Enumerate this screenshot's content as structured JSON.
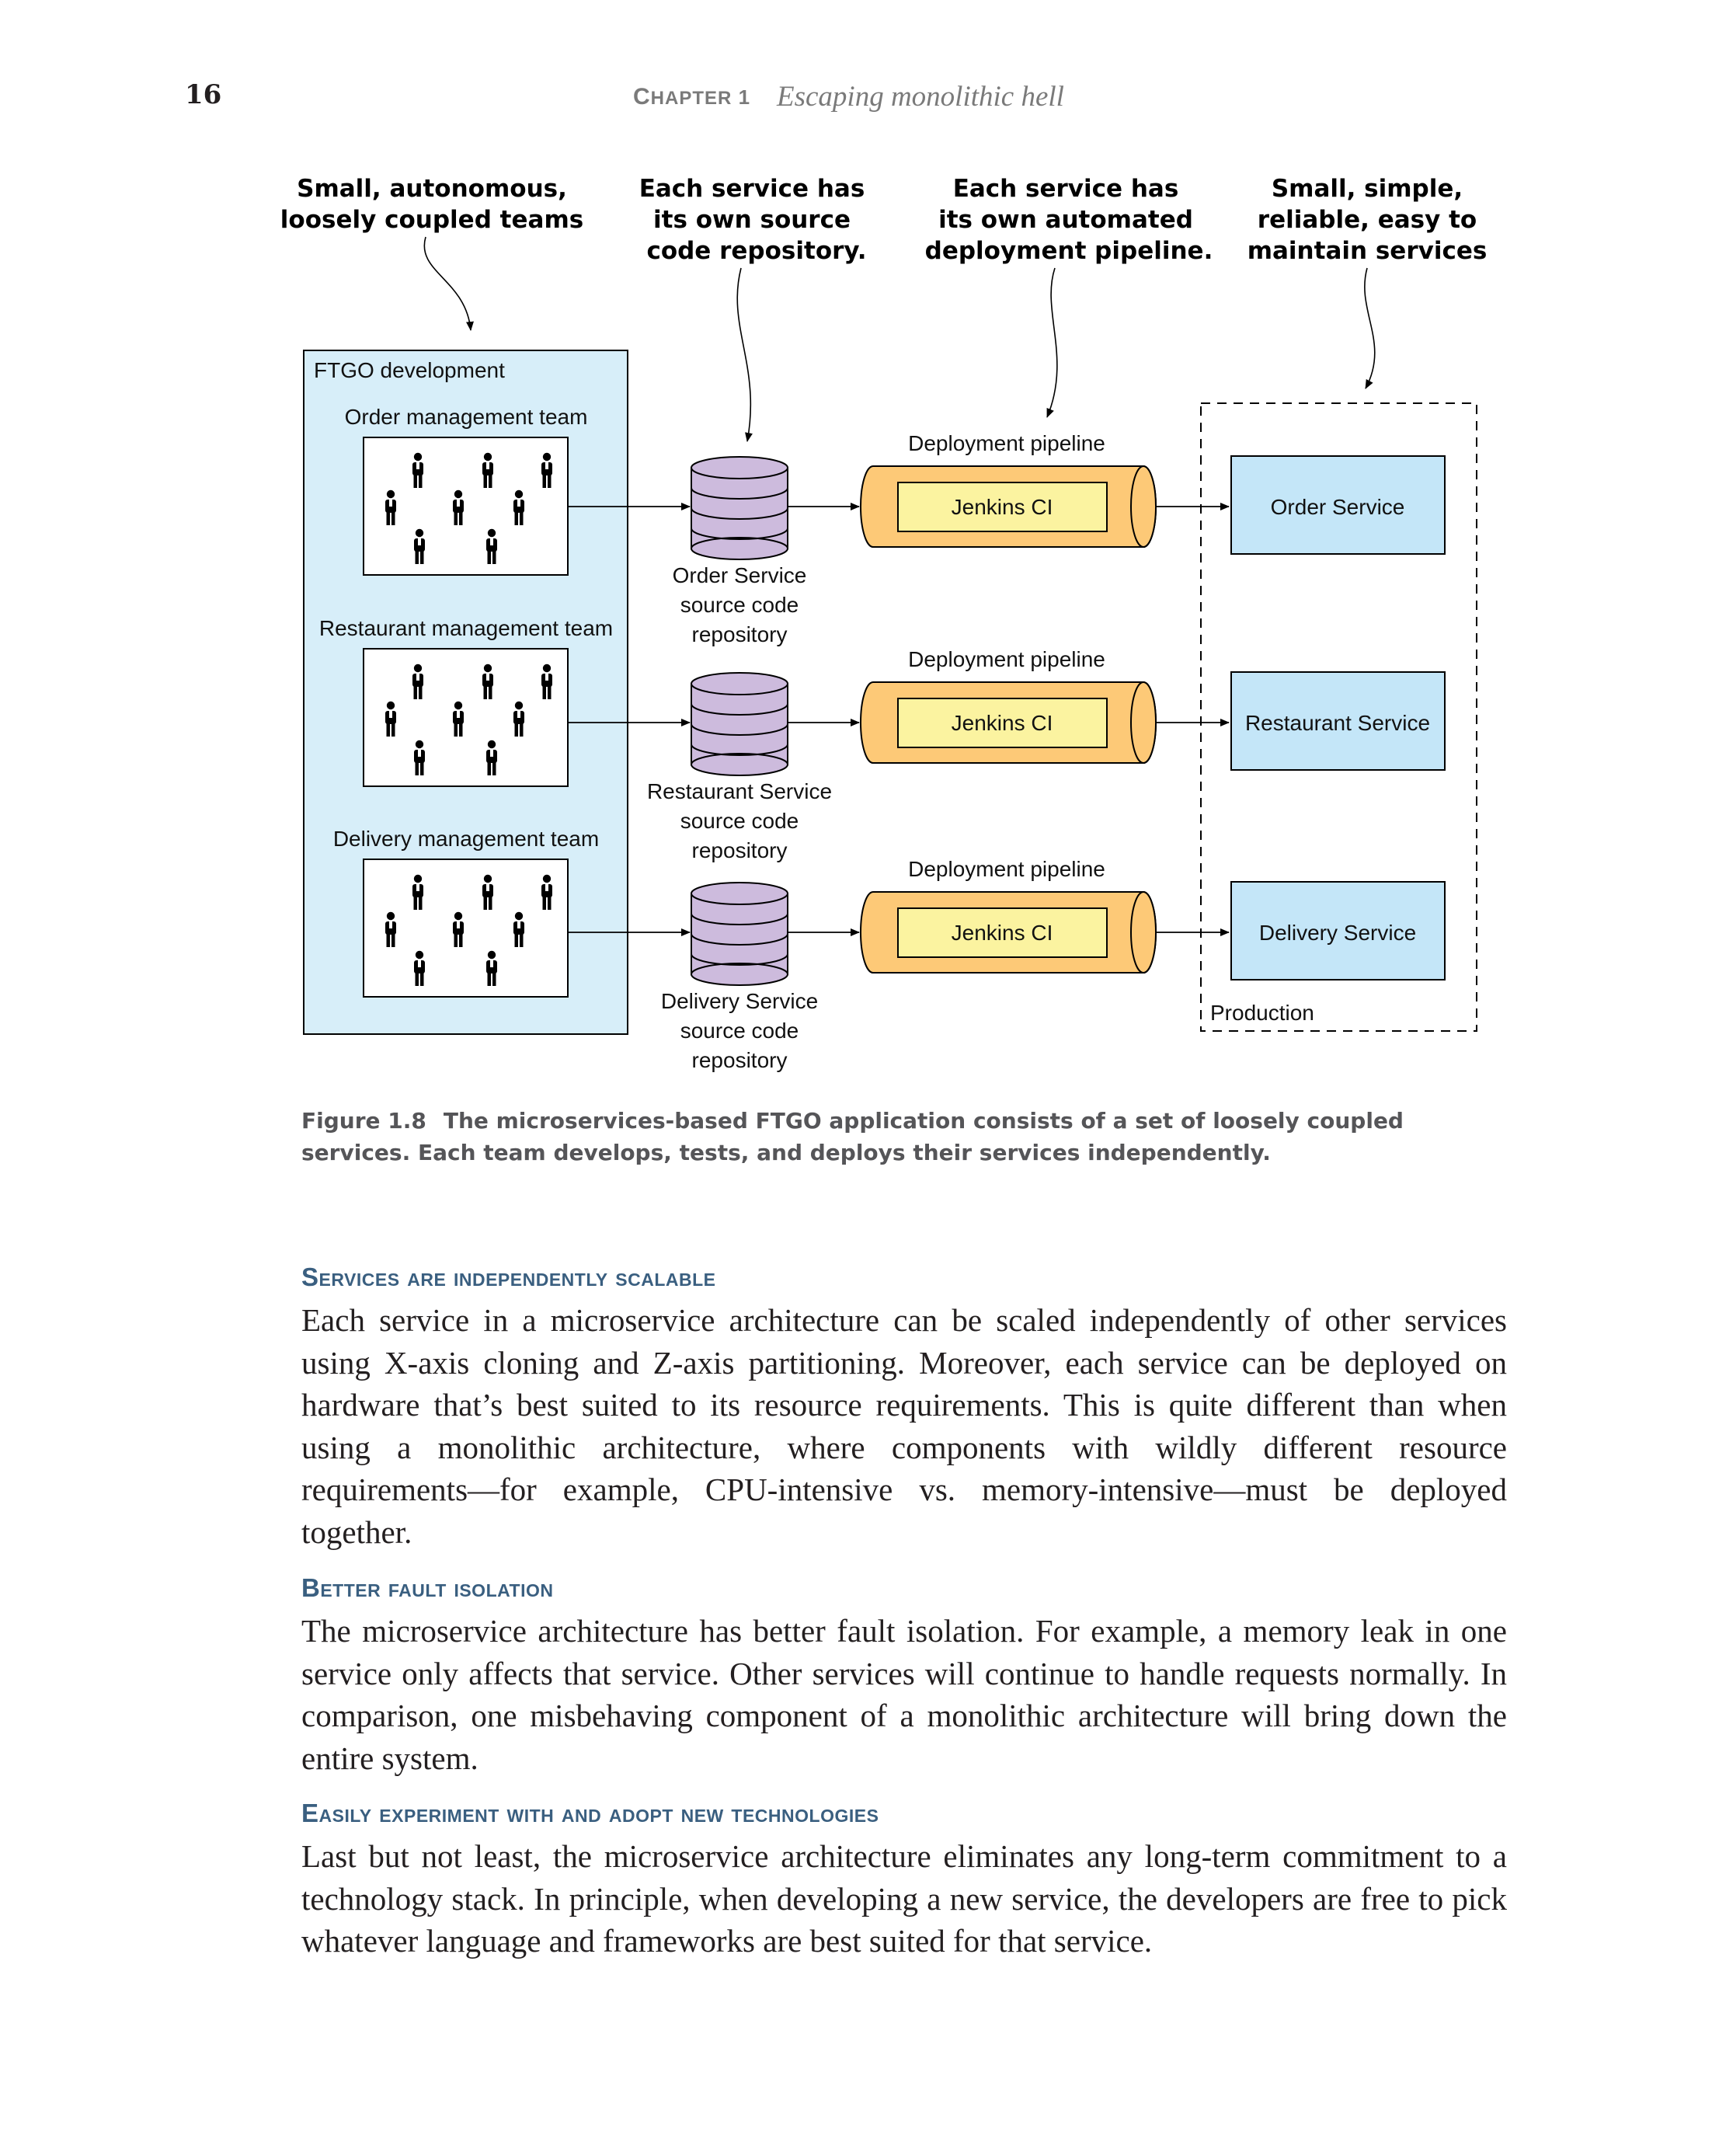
{
  "header": {
    "page_number": "16",
    "chapter_label": "Chapter 1",
    "chapter_title": "Escaping monolithic hell"
  },
  "figure": {
    "callouts": [
      [
        "Small, autonomous,",
        "loosely coupled teams"
      ],
      [
        "Each service has",
        "its own source",
        "code repository."
      ],
      [
        "Each service has",
        "its own automated",
        "deployment pipeline."
      ],
      [
        "Small, simple,",
        "reliable, easy to",
        "maintain services"
      ]
    ],
    "dev_box_title": "FTGO development",
    "teams": [
      "Order management team",
      "Restaurant management team",
      "Delivery management team"
    ],
    "repositories": [
      [
        "Order Service",
        "source code",
        "repository"
      ],
      [
        "Restaurant Service",
        "source code",
        "repository"
      ],
      [
        "Delivery Service",
        "source code",
        "repository"
      ]
    ],
    "pipeline_label": "Deployment pipeline",
    "ci_label": "Jenkins CI",
    "services": [
      "Order Service",
      "Restaurant Service",
      "Delivery Service"
    ],
    "production_label": "Production",
    "colors": {
      "dev_box_fill": "#d7eef9",
      "db_fill": "#cdbbdd",
      "pipeline_fill": "#fdc977",
      "ci_fill": "#fbf3a0",
      "service_fill": "#c4e6f8"
    }
  },
  "caption": {
    "figure_label": "Figure 1.8",
    "text": "The microservices-based FTGO application consists of a set of loosely coupled services. Each team develops, tests, and deploys their services independently."
  },
  "sections": [
    {
      "heading": "Services are independently scalable",
      "body": "Each service in a microservice architecture can be scaled independently of other services using X-axis cloning and Z-axis partitioning. Moreover, each service can be deployed on hardware that’s best suited to its resource requirements. This is quite different than when using a monolithic architecture, where components with wildly different resource requirements—for example, CPU-intensive vs. memory-intensive—must be deployed together."
    },
    {
      "heading": "Better fault isolation",
      "body": "The microservice architecture has better fault isolation. For example, a memory leak in one service only affects that service. Other services will continue to handle requests normally. In comparison, one misbehaving component of a monolithic architecture will bring down the entire system."
    },
    {
      "heading": "Easily experiment with and adopt new technologies",
      "body": "Last but not least, the microservice architecture eliminates any long-term commitment to a technology stack. In principle, when developing a new service, the developers are free to pick whatever language and frameworks are best suited for that service."
    }
  ]
}
